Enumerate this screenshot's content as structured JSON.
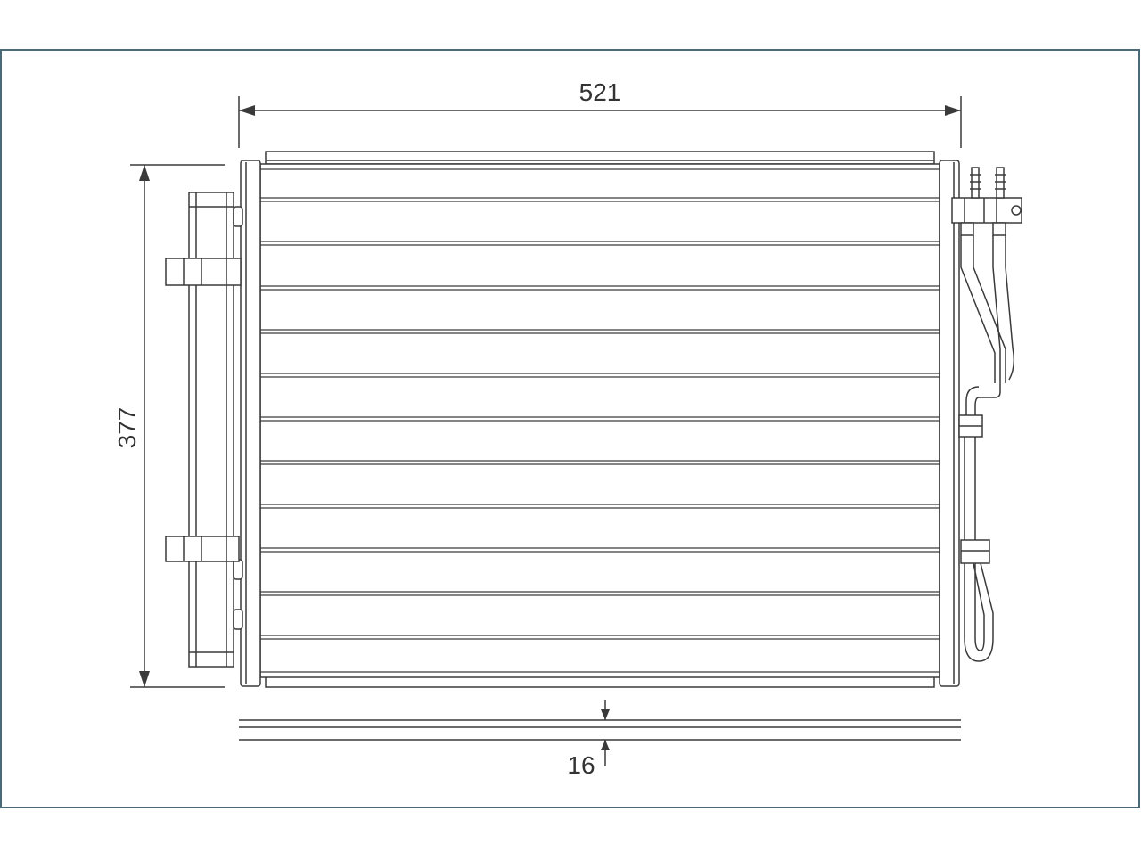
{
  "drawing": {
    "width_label": "521",
    "height_label": "377",
    "depth_label": "16"
  },
  "colors": {
    "frame": "#4a6a78",
    "line": "#3a3a3a",
    "fill": "#ffffff"
  }
}
